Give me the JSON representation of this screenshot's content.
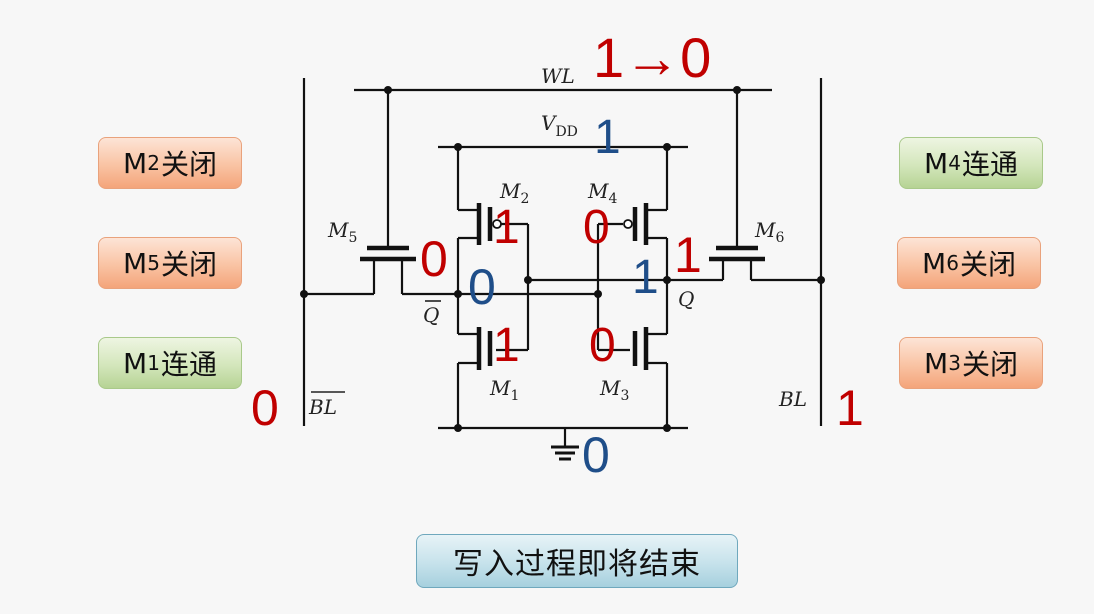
{
  "circuit": {
    "title": "6T SRAM cell write operation",
    "labels": {
      "wl": "WL",
      "vdd": "V",
      "vdd_sub": "DD",
      "bl": "BL",
      "blbar": "BL",
      "q": "Q",
      "qbar": "Q",
      "m1": "M",
      "m1_sub": "1",
      "m2": "M",
      "m2_sub": "2",
      "m3": "M",
      "m3_sub": "3",
      "m4": "M",
      "m4_sub": "4",
      "m5": "M",
      "m5_sub": "5",
      "m6": "M",
      "m6_sub": "6"
    },
    "values": {
      "wl": "1→0",
      "vdd": "1",
      "gnd": "0",
      "blbar": "0",
      "bl": "1",
      "qbar": "0",
      "q": "1",
      "m5_gate": "0",
      "m6_gate": "1",
      "m2_gate": "1",
      "m1_gate": "1",
      "m4_gate": "0",
      "m3_gate": "0"
    },
    "colors": {
      "driven_value": "#c00000",
      "stored_value": "#1f4e89"
    }
  },
  "transistor_status": {
    "left": [
      {
        "name": "M",
        "sub": "2",
        "state": "关闭",
        "kind": "off"
      },
      {
        "name": "M",
        "sub": "5",
        "state": "关闭",
        "kind": "off"
      },
      {
        "name": "M",
        "sub": "1",
        "state": "连通",
        "kind": "on"
      }
    ],
    "right": [
      {
        "name": "M",
        "sub": "4",
        "state": "连通",
        "kind": "on"
      },
      {
        "name": "M",
        "sub": "6",
        "state": "关闭",
        "kind": "off"
      },
      {
        "name": "M",
        "sub": "3",
        "state": "关闭",
        "kind": "off"
      }
    ]
  },
  "status_button": {
    "label": "写入过程即将结束"
  }
}
